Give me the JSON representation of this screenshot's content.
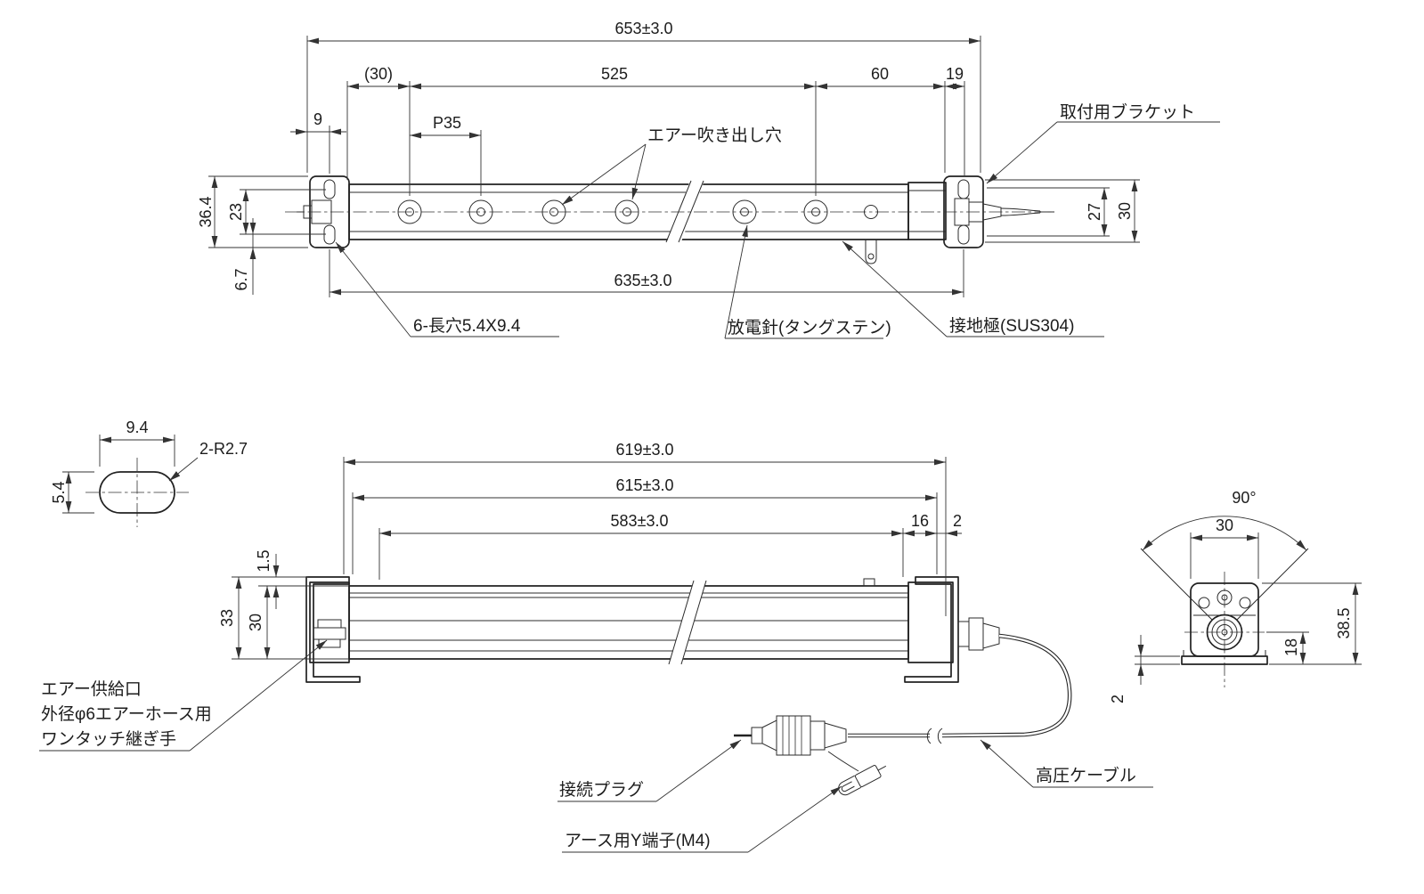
{
  "top_view": {
    "d653": "653±3.0",
    "d30": "(30)",
    "d525": "525",
    "d60": "60",
    "d19": "19",
    "d9": "9",
    "p35": "P35",
    "d36_4": "36.4",
    "d23": "23",
    "d6_7": "6.7",
    "d635": "635±3.0",
    "d27": "27",
    "d30r": "30",
    "air_outlet": "エアー吹き出し穴",
    "bracket": "取付用ブラケット",
    "slot": "6-長穴5.4X9.4",
    "needle": "放電針(タングステン)",
    "ground": "接地極(SUS304)"
  },
  "slot_detail": {
    "d9_4": "9.4",
    "d5_4": "5.4",
    "r2_7": "2-R2.7"
  },
  "side_view": {
    "d619": "619±3.0",
    "d615": "615±3.0",
    "d583": "583±3.0",
    "d16": "16",
    "d2": "2",
    "d1_5": "1.5",
    "d33": "33",
    "d30": "30",
    "air1": "エアー供給口",
    "air2": "外径φ6エアーホース用",
    "air3": "ワンタッチ継ぎ手",
    "plug": "接続プラグ",
    "terminal": "アース用Y端子(M4)",
    "cable": "高圧ケーブル"
  },
  "end_view": {
    "a90": "90°",
    "d30": "30",
    "d38_5": "38.5",
    "d18": "18",
    "d2": "2"
  }
}
